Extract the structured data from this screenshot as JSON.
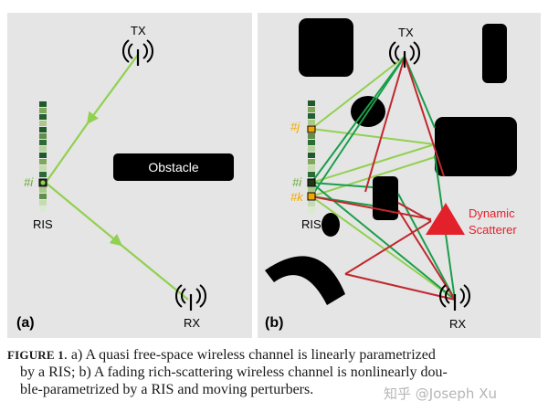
{
  "panel_a": {
    "label": "(a)",
    "tx_label": "TX",
    "rx_label": "RX",
    "ris_label": "RIS",
    "ris_element_label": "#i",
    "obstacle_label": "Obstacle"
  },
  "panel_b": {
    "label": "(b)",
    "tx_label": "TX",
    "rx_label": "RX",
    "ris_label": "RIS",
    "ris_element_labels": [
      "#j",
      "#i",
      "#k"
    ],
    "scatterer_label_line1": "Dynamic",
    "scatterer_label_line2": "Scatterer"
  },
  "caption": {
    "figure_label": "FIGURE 1",
    "line1": ". a) A quasi free-space wireless channel is linearly parametrized",
    "line2": "by a RIS; b) A fading rich-scattering wireless channel is nonlinearly dou-",
    "line3": "ble-parametrized by a RIS and moving perturbers."
  },
  "watermark": "知乎 @Joseph Xu",
  "colors": {
    "panel_bg": "#e5e5e5",
    "light_green": "#92d050",
    "dark_green": "#1a9e4a",
    "red": "#c0282d",
    "scatterer_red": "#e3212b",
    "label_orange": "#f0a800",
    "label_green": "#6aaa3a"
  }
}
